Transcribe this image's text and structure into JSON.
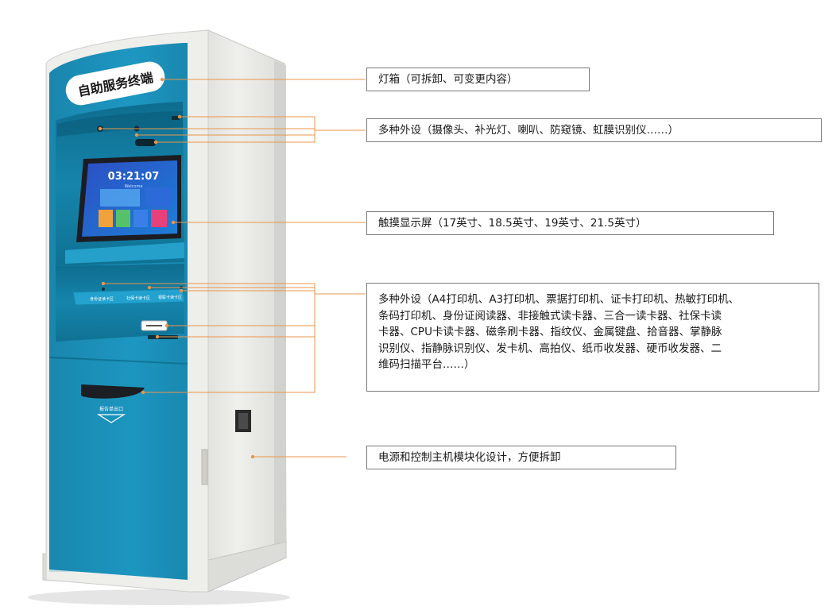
{
  "kiosk": {
    "header_sign": "自助服务终端",
    "screen_clock": "03:21:07",
    "screen_greeting": "Welcome",
    "slot_labels": [
      "身份证读卡区",
      "社保卡读卡区",
      "银联卡读卡区"
    ],
    "receipt_exit_label": "报告单出口"
  },
  "callouts": {
    "lightbox": "灯箱（可拆卸、可变更内容）",
    "top_peripherals": "多种外设（摄像头、补光灯、喇叭、防窥镜、虹膜识别仪……）",
    "touchscreen": "触摸显示屏（17英寸、18.5英寸、19英寸、21.5英寸）",
    "lower_peripherals": [
      "多种外设（A4打印机、A3打印机、票据打印机、证卡打印机、热敏打印机、",
      "条码打印机、身份证阅读器、非接触式读卡器、三合一读卡器、社保卡读",
      "卡器、CPU卡读卡器、磁条刷卡器、指纹仪、金属键盘、拾音器、掌静脉",
      "识别仪、指静脉识别仪、发卡机、高拍仪、纸币收发器、硬币收发器、二",
      "维码扫描平台……）"
    ],
    "power_module": "电源和控制主机模块化设计，方便拆卸"
  },
  "colors": {
    "cabinet_blue": "#1b8fb8",
    "cabinet_side": "#e6e6e2",
    "leader_line": "#e9964a",
    "callout_border": "#7a7a7a"
  }
}
